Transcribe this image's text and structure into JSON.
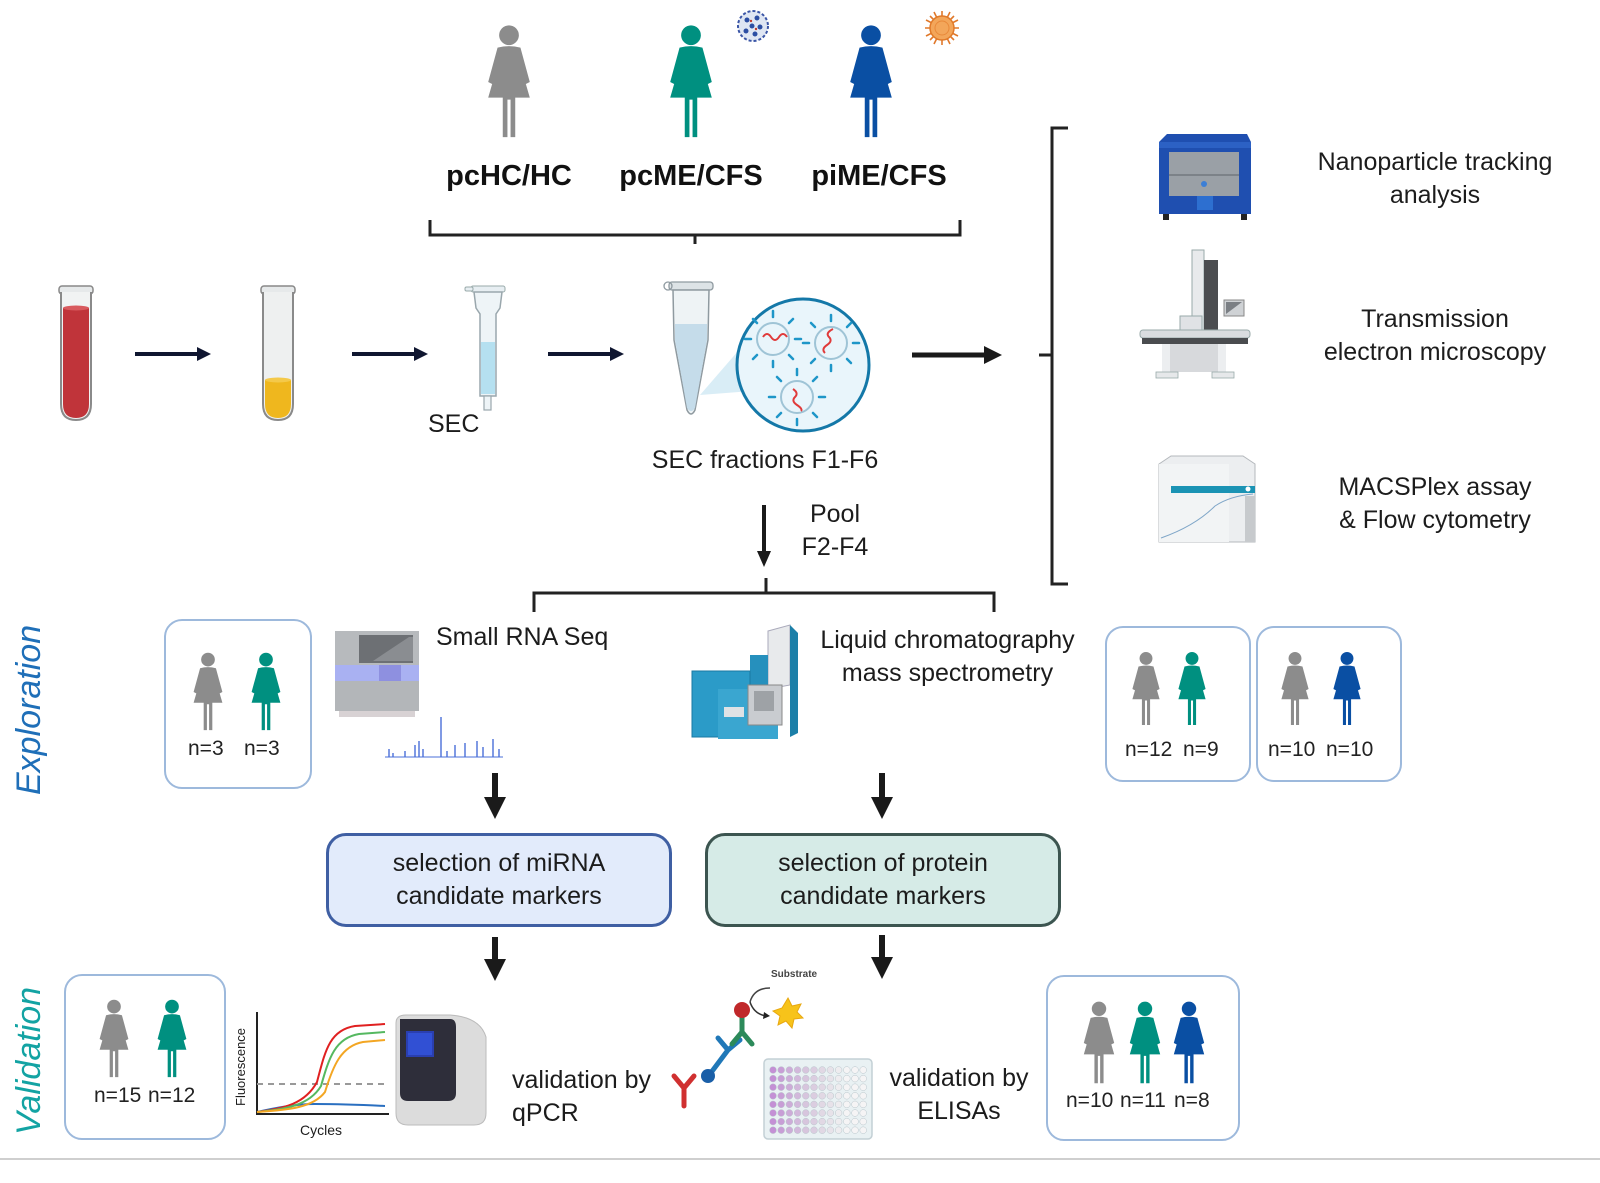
{
  "groups": [
    {
      "label": "pcHC/HC",
      "color": "#8c8c8c",
      "virus": null
    },
    {
      "label": "pcME/CFS",
      "color": "#009080",
      "virus": "blue-virus"
    },
    {
      "label": "piME/CFS",
      "color": "#0a4fa3",
      "virus": "orange-virus"
    }
  ],
  "colors": {
    "gray_figure": "#8c8c8c",
    "teal_figure": "#009080",
    "blue_figure": "#0a4fa3",
    "exploration_label": "#1f6fb8",
    "validation_label": "#13a3a3",
    "mirna_box_fill": "#e2ebfb",
    "mirna_box_border": "#3f5fa3",
    "protein_box_fill": "#d6ebe7",
    "protein_box_border": "#3c5550",
    "sample_box_border": "#9db9dc",
    "arrow": "#0f1630"
  },
  "workflow": {
    "sec_label": "SEC",
    "fractions_label": "SEC fractions F1-F6",
    "pool_label_line1": "Pool",
    "pool_label_line2": "F2-F4"
  },
  "characterization": [
    {
      "line1": "Nanoparticle tracking",
      "line2": "analysis",
      "icon": "nta-instrument-icon"
    },
    {
      "line1": "Transmission",
      "line2": "electron microscopy",
      "icon": "tem-microscope-icon"
    },
    {
      "line1": "MACSPlex assay",
      "line2": "& Flow cytometry",
      "icon": "flow-cytometer-icon"
    }
  ],
  "phases": {
    "exploration": "Exploration",
    "validation": "Validation"
  },
  "exploration": {
    "rna": {
      "line1": "Small RNA Seq",
      "samples": [
        {
          "group": "gray",
          "n": "n=3"
        },
        {
          "group": "teal",
          "n": "n=3"
        }
      ]
    },
    "ms": {
      "line1": "Liquid chromatography",
      "line2": "mass spectrometry",
      "samples_a": [
        {
          "group": "gray",
          "n": "n=12"
        },
        {
          "group": "teal",
          "n": "n=9"
        }
      ],
      "samples_b": [
        {
          "group": "gray",
          "n": "n=10"
        },
        {
          "group": "blue",
          "n": "n=10"
        }
      ]
    }
  },
  "selection": {
    "mirna": {
      "line1": "selection of miRNA",
      "line2": "candidate markers"
    },
    "protein": {
      "line1": "selection of protein",
      "line2": "candidate markers"
    }
  },
  "validation": {
    "qpcr": {
      "line1": "validation by",
      "line2": "qPCR",
      "samples": [
        {
          "group": "gray",
          "n": "n=15"
        },
        {
          "group": "teal",
          "n": "n=12"
        }
      ],
      "plot": {
        "ylabel": "Fluorescence",
        "xlabel": "Cycles"
      }
    },
    "elisa": {
      "line1": "validation by",
      "line2": "ELISAs",
      "substrate_label": "Substrate",
      "samples": [
        {
          "group": "gray",
          "n": "n=10"
        },
        {
          "group": "teal",
          "n": "n=11"
        },
        {
          "group": "blue",
          "n": "n=8"
        }
      ]
    }
  }
}
